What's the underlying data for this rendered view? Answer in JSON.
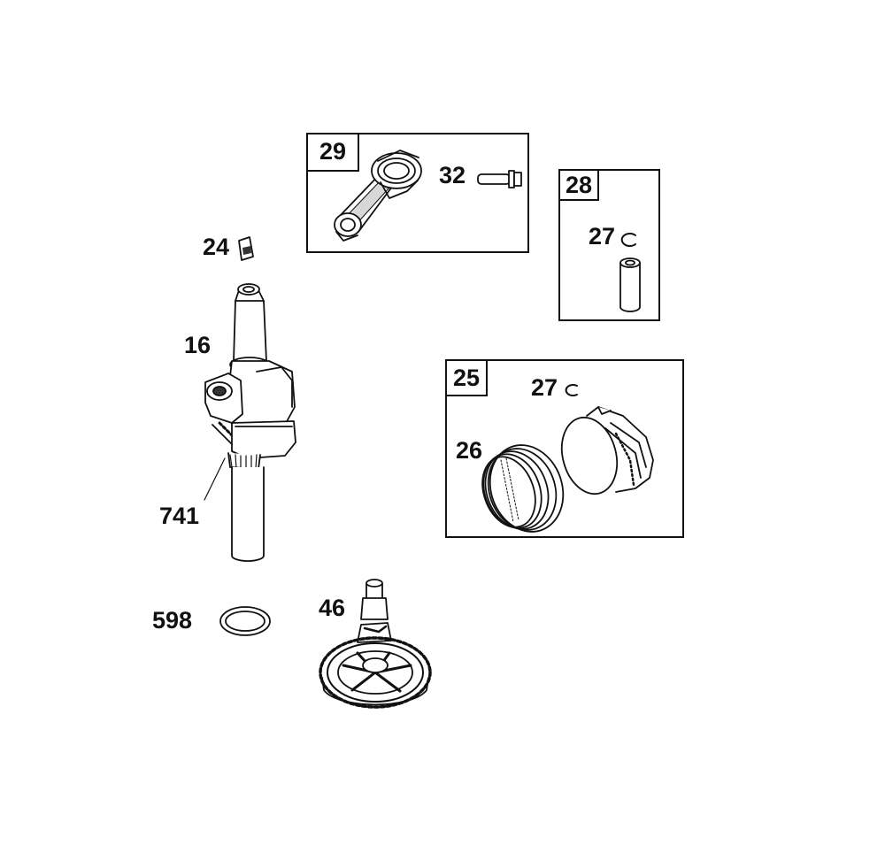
{
  "diagram": {
    "kits": [
      {
        "number": "29",
        "label": "Connecting rod kit box"
      },
      {
        "number": "28",
        "label": "Piston pin kit box"
      },
      {
        "number": "25",
        "label": "Piston assembly kit box"
      }
    ],
    "callouts": {
      "p29": "29",
      "p32": "32",
      "p28": "28",
      "p27a": "27",
      "p24": "24",
      "p16": "16",
      "p25": "25",
      "p27b": "27",
      "p26": "26",
      "p741": "741",
      "p598": "598",
      "p46": "46"
    },
    "parts": [
      {
        "ref": "16",
        "icon": "crankshaft-icon"
      },
      {
        "ref": "24",
        "icon": "key-icon"
      },
      {
        "ref": "25",
        "icon": "piston-icon"
      },
      {
        "ref": "26",
        "icon": "piston-rings-icon"
      },
      {
        "ref": "27",
        "icon": "retainer-clip-icon"
      },
      {
        "ref": "28",
        "icon": "piston-pin-icon"
      },
      {
        "ref": "29",
        "icon": "connecting-rod-icon"
      },
      {
        "ref": "32",
        "icon": "bolt-icon"
      },
      {
        "ref": "46",
        "icon": "camshaft-gear-icon"
      },
      {
        "ref": "598",
        "icon": "seal-ring-icon"
      },
      {
        "ref": "741",
        "icon": "timing-gear-icon"
      }
    ],
    "colors": {
      "line": "#111111",
      "fill": "#ffffff",
      "shade": "#d8d8d8"
    }
  }
}
